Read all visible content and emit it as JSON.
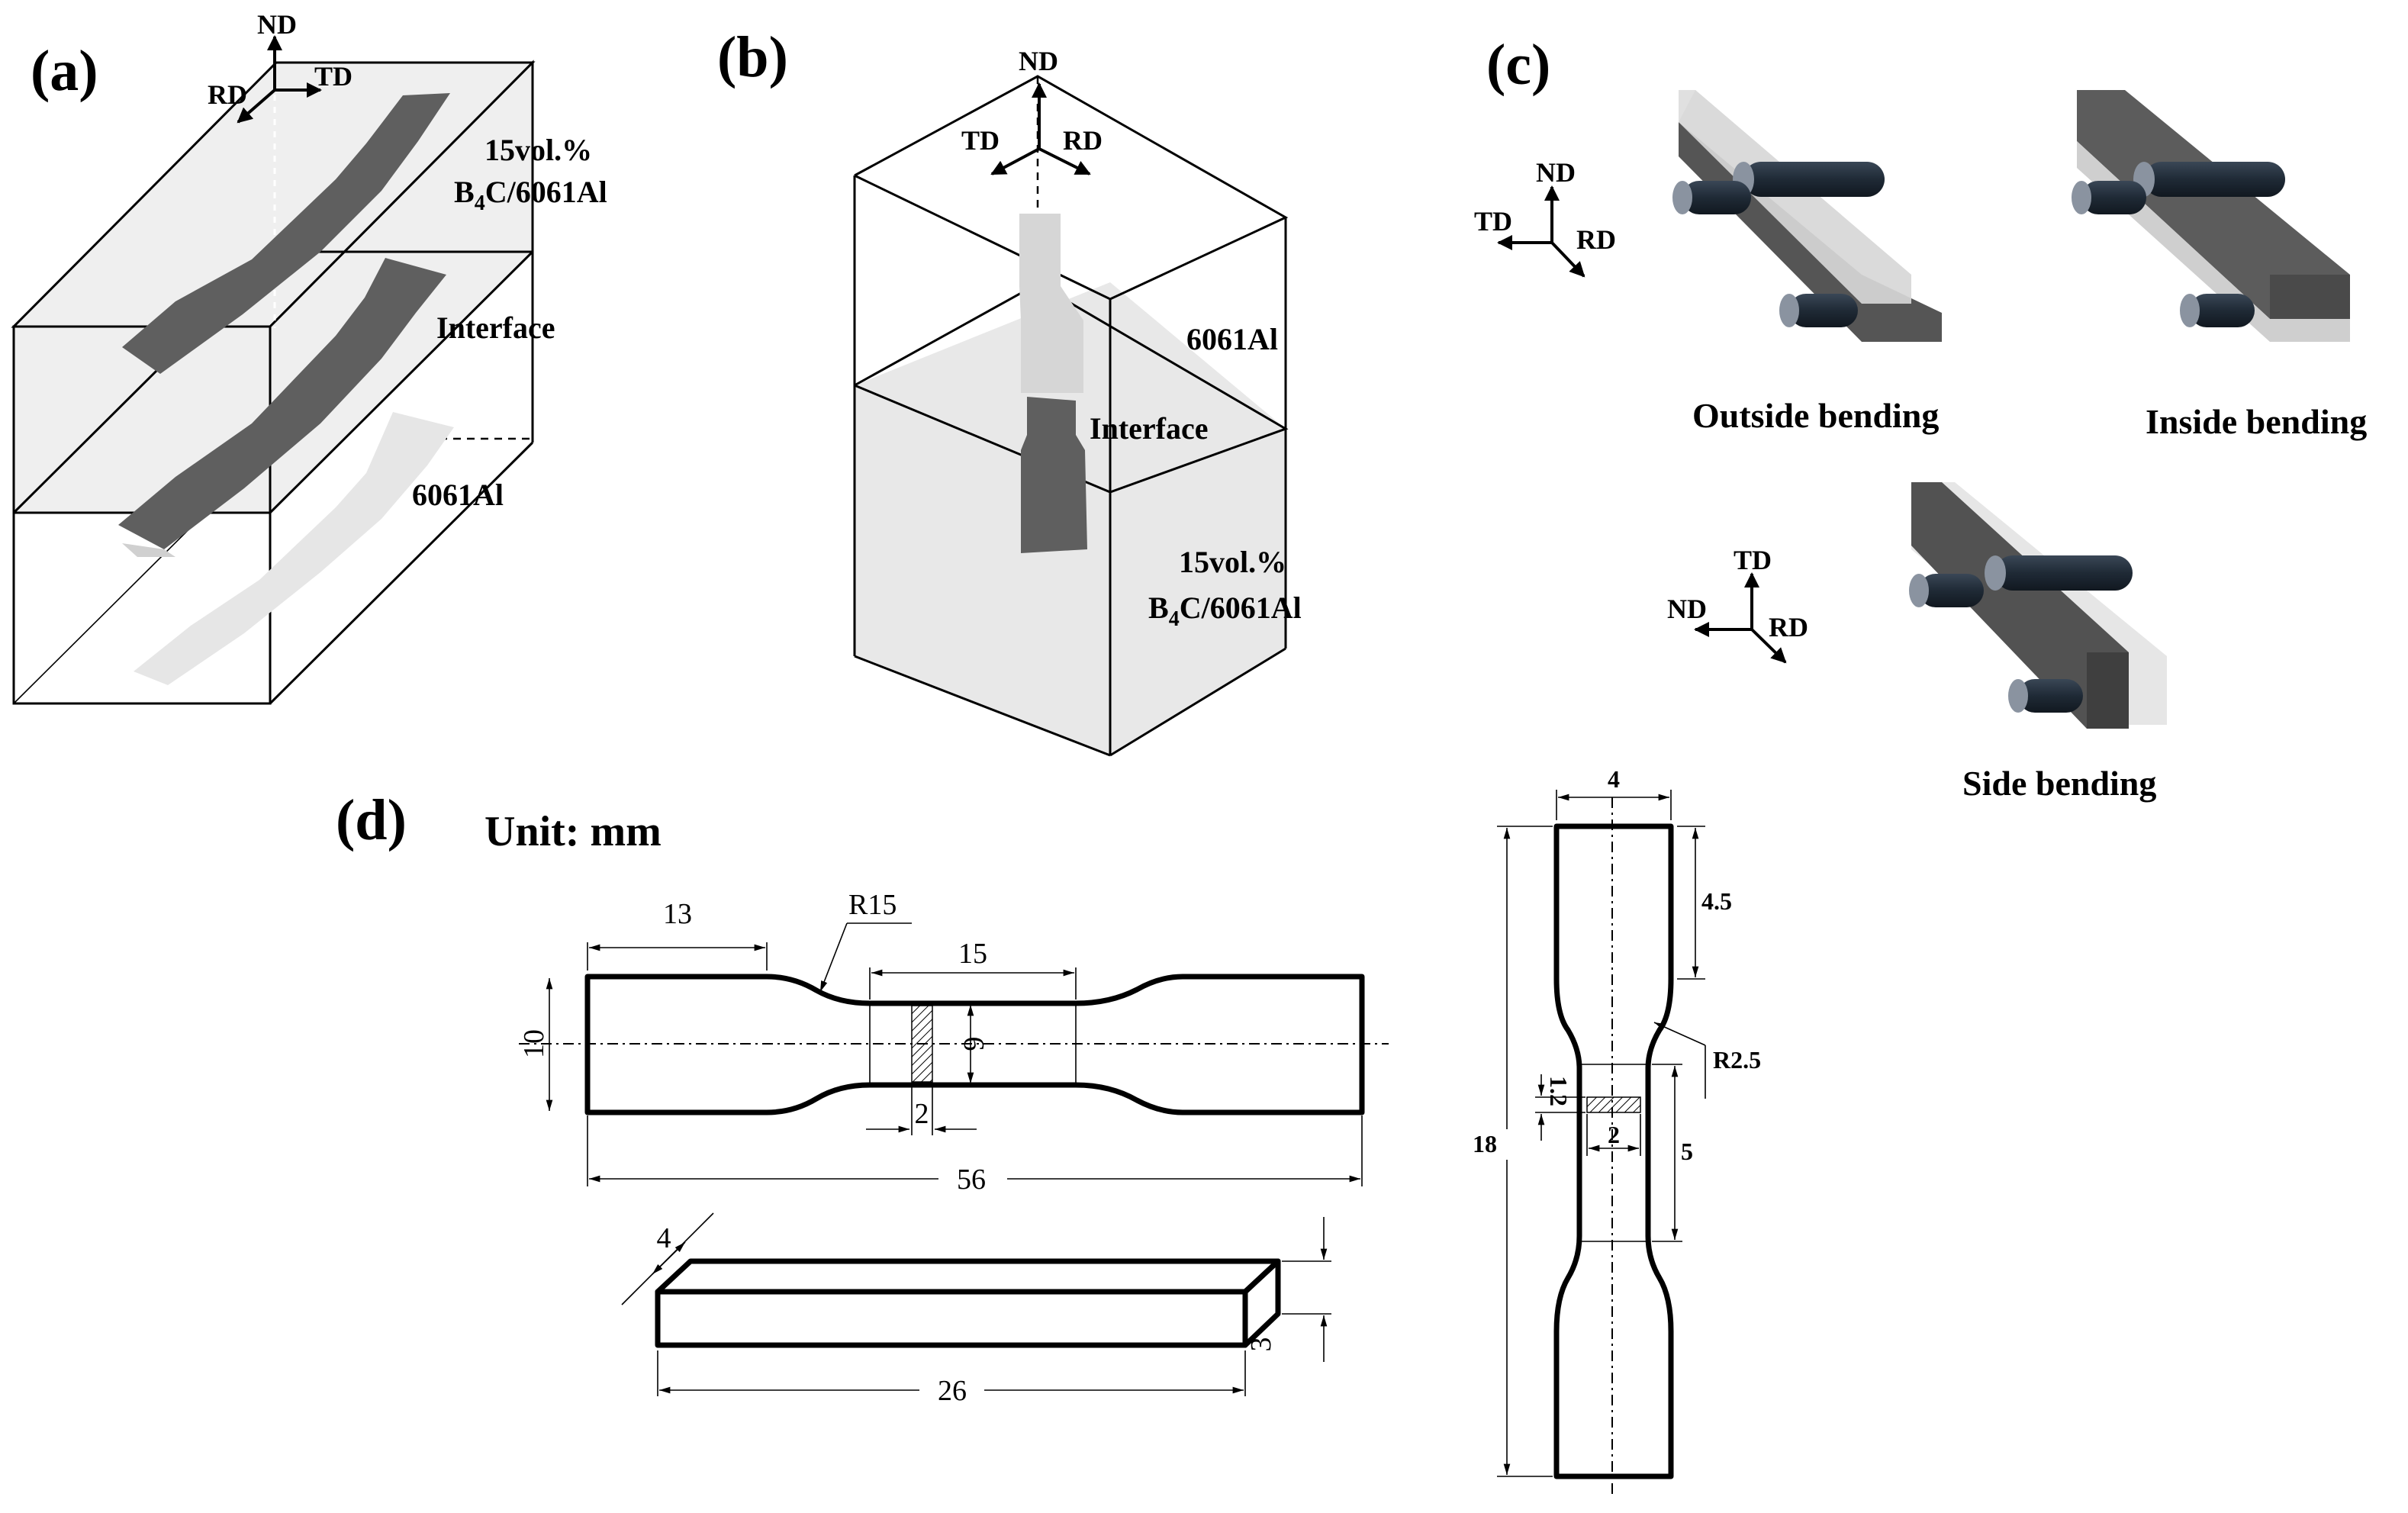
{
  "panels": {
    "a": {
      "label": "(a)",
      "axes": {
        "nd": "ND",
        "td": "TD",
        "rd": "RD"
      },
      "top_material": "15vol.%",
      "top_material_prefix": "B",
      "top_material_sub": "4",
      "top_material_suffix": "C/6061Al",
      "interface": "Interface",
      "bottom_material": "6061Al"
    },
    "b": {
      "label": "(b)",
      "axes": {
        "nd": "ND",
        "td": "TD",
        "rd": "RD"
      },
      "top_material": "6061Al",
      "interface": "Interface",
      "bottom_material": "15vol.%",
      "bottom_material_prefix": "B",
      "bottom_material_sub": "4",
      "bottom_material_suffix": "C/6061Al"
    },
    "c": {
      "label": "(c)",
      "axes1": {
        "nd": "ND",
        "td": "TD",
        "rd": "RD"
      },
      "axes2": {
        "td": "TD",
        "nd": "ND",
        "rd": "RD"
      },
      "outside": "Outside bending",
      "inside": "Inside bending",
      "side": "Side bending"
    },
    "d": {
      "label": "(d)",
      "unit": "Unit: mm",
      "tensile": {
        "grip": "13",
        "radius": "R15",
        "gauge": "15",
        "width": "10",
        "gauge_width": "6",
        "mark": "2",
        "total": "56"
      },
      "bend_bar": {
        "depth": "4",
        "length": "26",
        "height": "3"
      },
      "micro": {
        "width": "4",
        "shoulder": "4.5",
        "radius": "R2.5",
        "total": "18",
        "mark_h": "1.2",
        "mark_w": "2",
        "gauge": "5"
      }
    }
  },
  "colors": {
    "specimen": "#5f5f5f",
    "specimen_light": "#e6e6e6",
    "box_fill": "#efefef",
    "roller": "#1f2a36",
    "bar_dark": "#555555",
    "bar_light": "#d9d9d9"
  }
}
